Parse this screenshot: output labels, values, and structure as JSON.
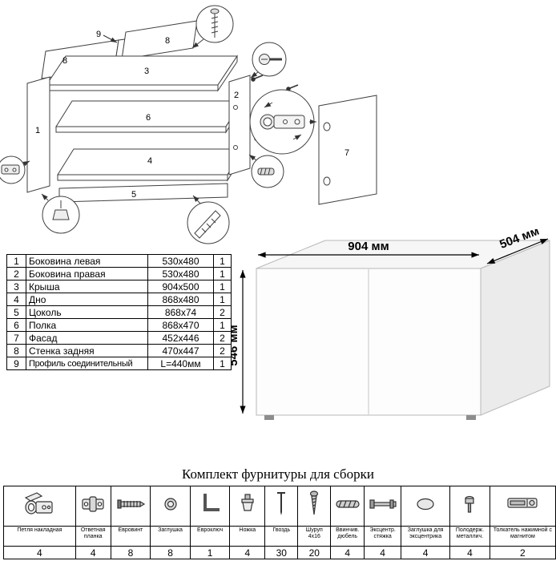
{
  "exploded_view": {
    "labels": {
      "p1": "1",
      "p2": "2",
      "p3": "3",
      "p4": "4",
      "p5": "5",
      "p6": "6",
      "p7": "7",
      "p8a": "8",
      "p8b": "8",
      "p9": "9"
    }
  },
  "parts_table": {
    "rows": [
      {
        "num": "1",
        "name": "Боковина левая",
        "size": "530x480",
        "qty": "1"
      },
      {
        "num": "2",
        "name": "Боковина правая",
        "size": "530x480",
        "qty": "1"
      },
      {
        "num": "3",
        "name": "Крыша",
        "size": "904x500",
        "qty": "1"
      },
      {
        "num": "4",
        "name": "Дно",
        "size": "868x480",
        "qty": "1"
      },
      {
        "num": "5",
        "name": "Цоколь",
        "size": "868x74",
        "qty": "2"
      },
      {
        "num": "6",
        "name": "Полка",
        "size": "868x470",
        "qty": "1"
      },
      {
        "num": "7",
        "name": "Фасад",
        "size": "452x446",
        "qty": "2"
      },
      {
        "num": "8",
        "name": "Стенка задняя",
        "size": "470x447",
        "qty": "2"
      },
      {
        "num": "9",
        "name": "Профиль соединительный",
        "size": "L=440мм",
        "qty": "1"
      }
    ]
  },
  "dimensions": {
    "width": "904 мм",
    "depth": "504 мм",
    "height": "546 мм"
  },
  "hardware": {
    "title": "Комплект фурнитуры для сборки",
    "items": [
      {
        "icon": "hinge-icon",
        "label": "Петля накладная",
        "qty": "4"
      },
      {
        "icon": "strike-plate-icon",
        "label": "Ответная планка",
        "qty": "4"
      },
      {
        "icon": "euro-screw-icon",
        "label": "Евровинт",
        "qty": "8"
      },
      {
        "icon": "plug-cap-icon",
        "label": "Заглушка",
        "qty": "8"
      },
      {
        "icon": "hex-key-icon",
        "label": "Евроключ",
        "qty": "1"
      },
      {
        "icon": "foot-icon",
        "label": "Ножка",
        "qty": "4"
      },
      {
        "icon": "nail-icon",
        "label": "Гвоздь",
        "qty": "30"
      },
      {
        "icon": "screw-icon",
        "label": "Шуруп 4x16",
        "qty": "20"
      },
      {
        "icon": "dowel-icon",
        "label": "Ввинчив. дюбель",
        "qty": "4"
      },
      {
        "icon": "cam-lock-icon",
        "label": "Эксцентр. стяжка",
        "qty": "4"
      },
      {
        "icon": "cam-cover-icon",
        "label": "Заглушка для эксцентрика",
        "qty": "4"
      },
      {
        "icon": "shelf-support-icon",
        "label": "Полодерж. металлич.",
        "qty": "4"
      },
      {
        "icon": "push-latch-icon",
        "label": "Толкатель нажимной с магнитом",
        "qty": "2"
      }
    ]
  }
}
